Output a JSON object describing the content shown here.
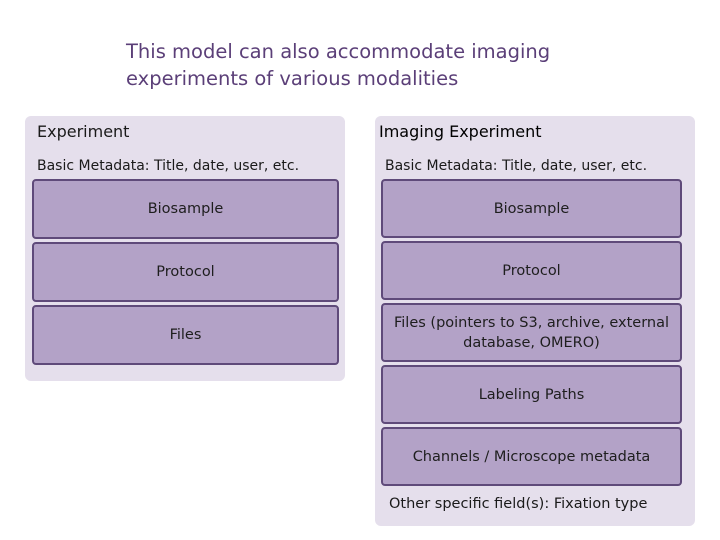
{
  "title": "This model can also accommodate imaging\nexperiments of various modalities",
  "left_panel": {
    "title": "Experiment",
    "metadata": "Basic Metadata: Title, date, user, etc.",
    "boxes": [
      "Biosample",
      "Protocol",
      "Files"
    ]
  },
  "right_panel": {
    "title": "Imaging Experiment",
    "metadata": "Basic Metadata: Title, date, user, etc.",
    "boxes": [
      "Biosample",
      "Protocol",
      "Files (pointers to S3, archive, external database, OMERO)",
      "Labeling Paths",
      "Channels / Microscope metadata"
    ],
    "note": "Other specific field(s): Fixation type"
  },
  "colors": {
    "title_text": "#5b3f78",
    "panel_bg": "#e5dfec",
    "box_fill": "#b3a2c7",
    "box_border": "#5f4a7a"
  }
}
